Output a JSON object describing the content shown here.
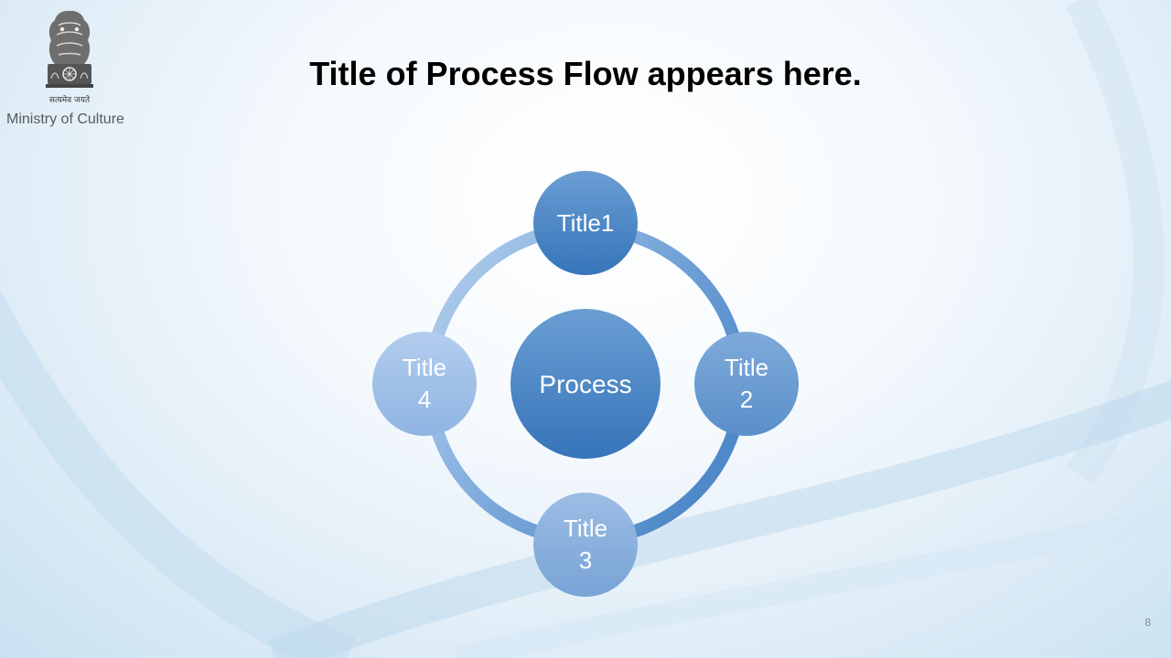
{
  "header": {
    "title": "Title of Process Flow appears here.",
    "motto": "सत्यमेव जयते",
    "ministry": "Ministry of Culture"
  },
  "diagram": {
    "center": "Process",
    "nodes": [
      {
        "lines": [
          "Title1"
        ]
      },
      {
        "lines": [
          "Title",
          "2"
        ]
      },
      {
        "lines": [
          "Title",
          "3"
        ]
      },
      {
        "lines": [
          "Title",
          "4"
        ]
      }
    ]
  },
  "footer": {
    "slide_number": "8"
  },
  "colors": {
    "dark_blue": "#3d7bbd",
    "mid_blue": "#5f94cc",
    "light_blue": "#a3c3e8"
  }
}
